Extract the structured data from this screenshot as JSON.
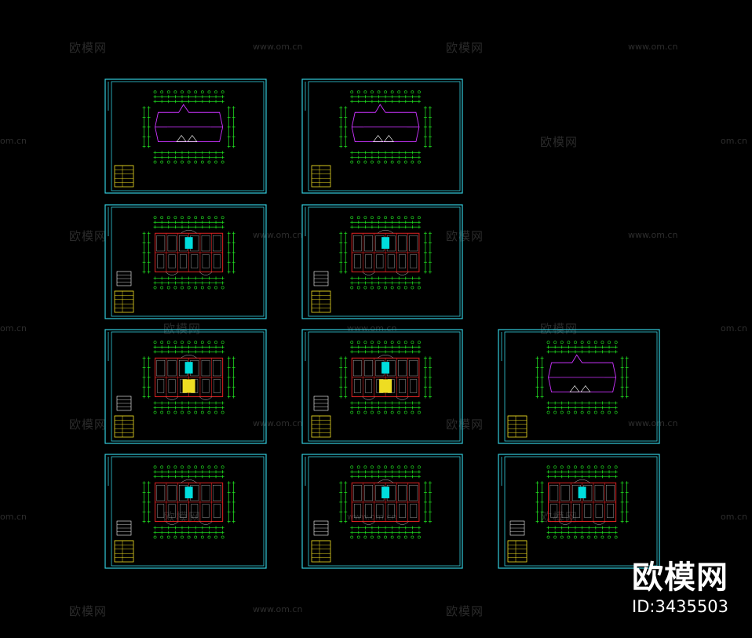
{
  "watermark": {
    "brand": "欧模网",
    "url": "www.om.cn",
    "url_partial": "om.cn"
  },
  "logo": {
    "name": "欧模网",
    "id": "ID:3435503"
  },
  "colors": {
    "background": "#000000",
    "frame": "#33ccdd",
    "roof_outline": "#cc33ff",
    "dimension": "#22ee22",
    "wall": "#dd2222",
    "stair": "#00dddd",
    "core": "#eedd22",
    "title_block": "#eedd22",
    "furniture": "#bbbbbb"
  },
  "sheets": [
    {
      "id": "s1",
      "type": "roof"
    },
    {
      "id": "s2",
      "type": "roof"
    },
    {
      "id": "s3",
      "type": "plan"
    },
    {
      "id": "s4",
      "type": "plan"
    },
    {
      "id": "s5",
      "type": "plan"
    },
    {
      "id": "s6",
      "type": "plan"
    },
    {
      "id": "s7",
      "type": "roof"
    },
    {
      "id": "s8",
      "type": "plan"
    },
    {
      "id": "s9",
      "type": "plan"
    },
    {
      "id": "s10",
      "type": "plan"
    }
  ]
}
